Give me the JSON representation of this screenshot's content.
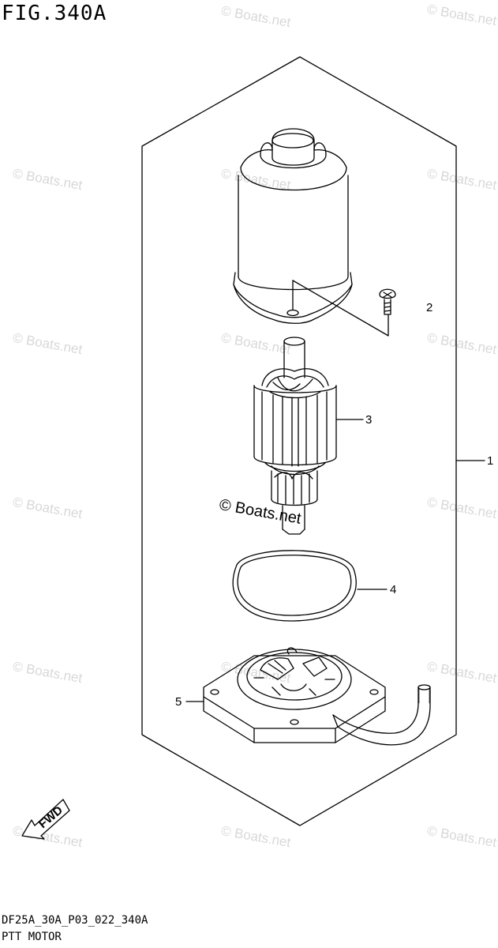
{
  "figure": {
    "title": "FIG.340A",
    "code": "DF25A_30A_P03_022_340A",
    "caption": "PTT MOTOR"
  },
  "callouts": [
    {
      "label": "1",
      "part": "assembly"
    },
    {
      "label": "2",
      "part": "screw"
    },
    {
      "label": "3",
      "part": "armature"
    },
    {
      "label": "4",
      "part": "o-ring"
    },
    {
      "label": "5",
      "part": "brush-holder-base"
    }
  ],
  "direction_marker": {
    "label": "FWD"
  },
  "watermark": {
    "text": "© Boats.net"
  }
}
